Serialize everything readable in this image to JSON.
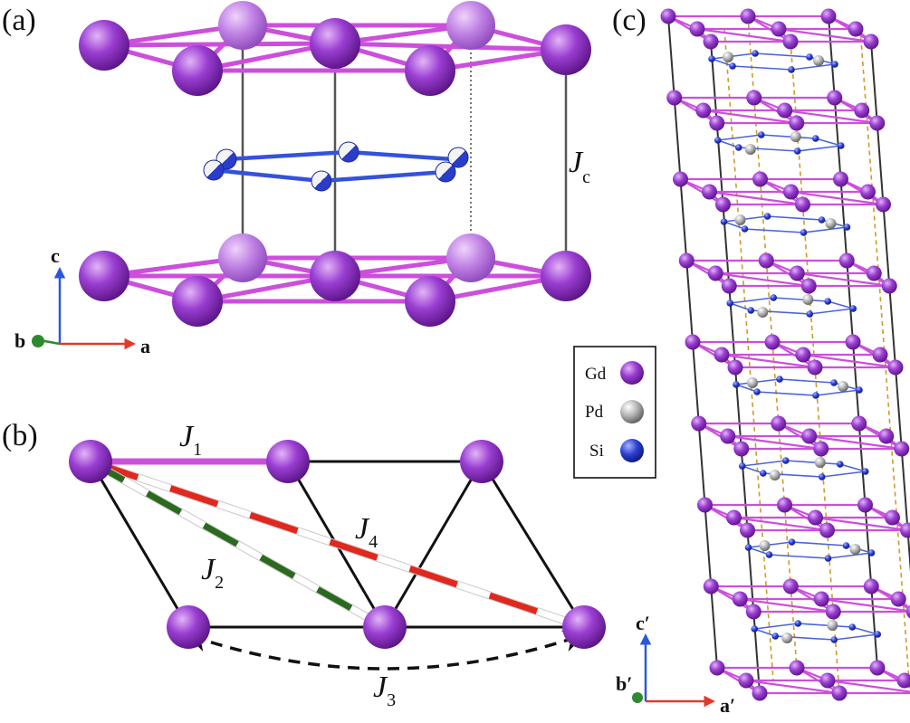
{
  "panels": {
    "a": "(a)",
    "b": "(b)",
    "c": "(c)"
  },
  "panel_a": {
    "coupling": {
      "symbol": "J",
      "sub": "c"
    },
    "axes": {
      "vertical": "c",
      "horizontal": "a",
      "depth": "b"
    }
  },
  "panel_b": {
    "couplings": [
      {
        "symbol": "J",
        "sub": "1"
      },
      {
        "symbol": "J",
        "sub": "2"
      },
      {
        "symbol": "J",
        "sub": "3"
      },
      {
        "symbol": "J",
        "sub": "4"
      }
    ]
  },
  "panel_c": {
    "axes": {
      "vertical": "c′",
      "horizontal": "a′",
      "depth": "b′"
    }
  },
  "legend": [
    {
      "label": "Gd",
      "color": "#7a1fb8"
    },
    {
      "label": "Pd",
      "color": "#8c8c8c"
    },
    {
      "label": "Si",
      "color": "#1f2fc4"
    }
  ],
  "colors": {
    "gd": "#7a1fb8",
    "gd_light": "#b473dc",
    "gd_bond": "#cc4fdc",
    "si": "#1f2fc4",
    "si_bond": "#3d5ad8",
    "pd": "#9a9a9a",
    "j_red": "#e0281e",
    "j_green": "#2b6a1e",
    "axis_c": "#2b58d8",
    "axis_a": "#e03a2a",
    "axis_b": "#2e8a2e"
  }
}
